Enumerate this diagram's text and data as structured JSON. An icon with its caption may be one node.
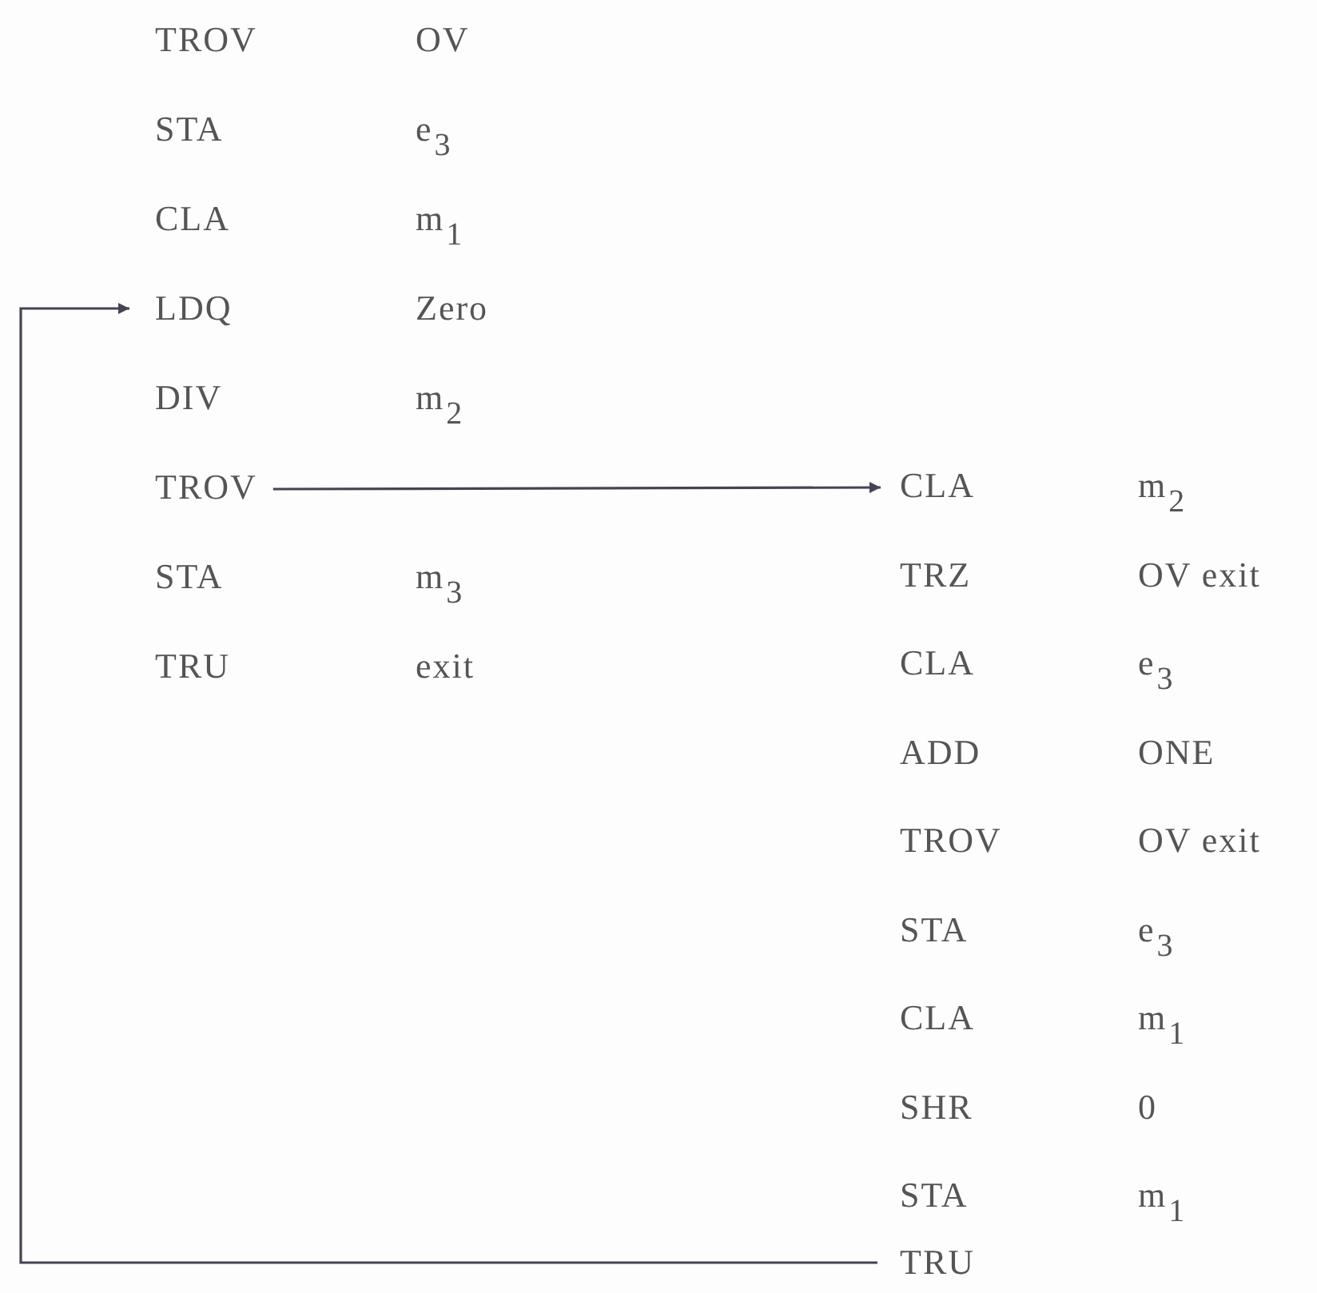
{
  "diagram": {
    "nodes": [
      {
        "text": [
          "LDQ"
        ]
      },
      {
        "text": [
          "TROV"
        ]
      },
      {
        "text": [
          "CLA"
        ]
      },
      {
        "text": [
          "TRU"
        ]
      }
    ],
    "edges": [
      {
        "from": 1,
        "to": 2,
        "arrow": "to"
      },
      {
        "from": 3,
        "to": 0,
        "arrow": "to"
      }
    ],
    "labels": [
      "TROV",
      "OV",
      "STA",
      "e$_{3}$",
      "CLA",
      "m$_{1}$",
      "Zero",
      "DIV",
      "m$_{2}$",
      "m$_{2}$",
      "STA",
      "m$_{3}$",
      "TRZ",
      "OV exit",
      "TRU",
      "exit",
      "CLA",
      "e$_{3}$",
      "ADD",
      "ONE",
      "TROV",
      "OV exit",
      "STA",
      "e$_{3}$",
      "CLA",
      "m$_{1}$",
      "SHR",
      "0",
      "STA",
      "m$_{1}$"
    ]
  }
}
